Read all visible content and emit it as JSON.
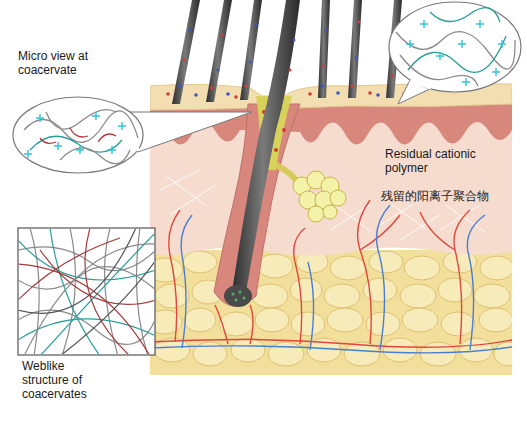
{
  "diagram": {
    "labels": [
      "Micro view at coacervate",
      "Residual cationic polymer",
      "残留的阳离子聚合物",
      "Weblike structure of coacervates"
    ]
  }
}
